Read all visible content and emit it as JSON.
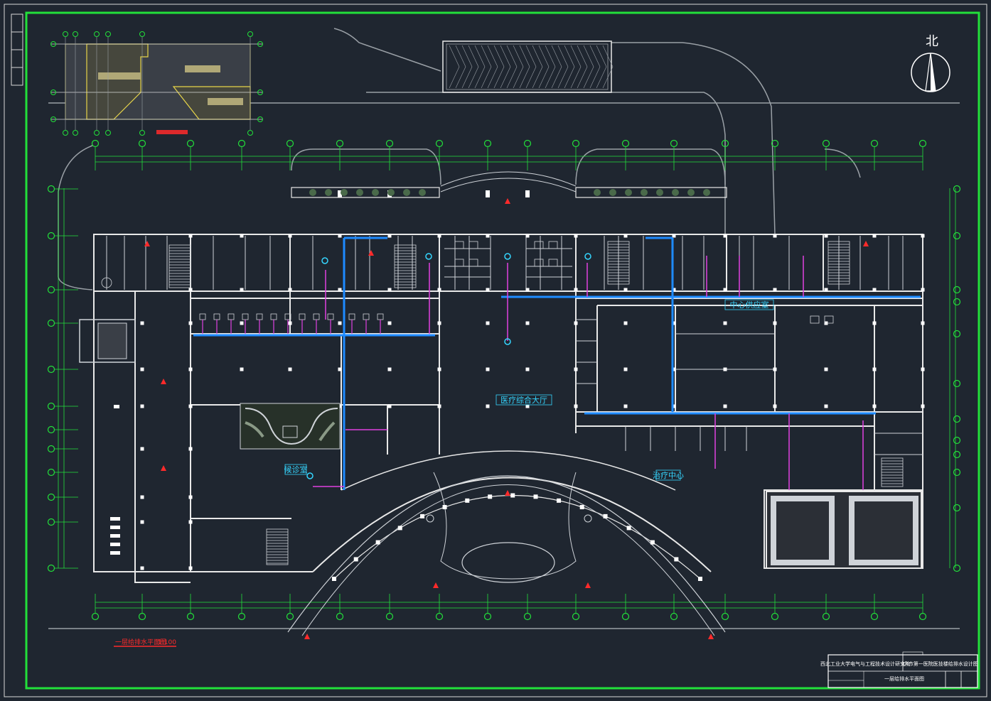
{
  "drawing": {
    "colors": {
      "background": "#1f2630",
      "frame": "#22e03a",
      "wall": "#e8e8e8",
      "line": "#cfd3d8",
      "duct": "#1e8bff",
      "pipe": "#e040e0",
      "label_cyan": "#35d6ff",
      "red": "#ff2a2a",
      "yellow": "#e6d44a",
      "axis_green": "#22e03a"
    },
    "north_label": "北",
    "area_labels": {
      "medical_hall": "医疗综合大厅",
      "central_supply": "中心供应室",
      "outpatient": "候诊室",
      "treatment": "治疗中心"
    },
    "title_block": {
      "left_text": "西北工业大学电气与工程技术设计研究院",
      "right_text": "XX市第一医院医技楼给排水设计图",
      "bottom_text": "一层给排水平面图"
    },
    "drawing_title": "一层给排水平面图",
    "scale": "1:100"
  }
}
